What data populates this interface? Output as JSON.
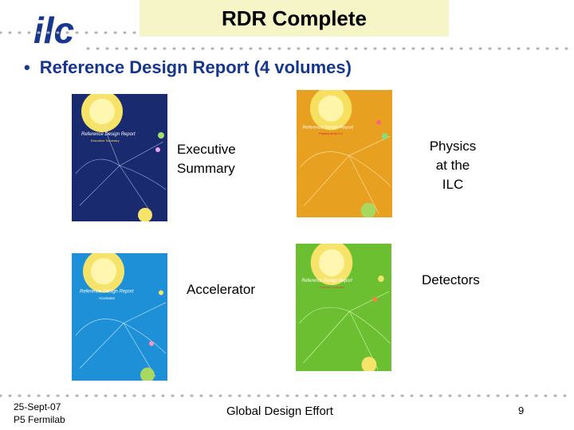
{
  "slide": {
    "title": "RDR Complete",
    "bullet": "Reference Design Report (4 volumes)",
    "bullet_marker": "•"
  },
  "logo": {
    "text": "ilc",
    "color": "#17378f"
  },
  "covers": [
    {
      "label": "Executive Summary",
      "base": "#1a2a6e",
      "cover_title": "Reference Design Report",
      "cover_subtitle": "Executive Summary"
    },
    {
      "label": "Physics at the ILC",
      "base": "#e8a020",
      "cover_title": "Reference Design Report",
      "cover_subtitle": "Physics at the ILC"
    },
    {
      "label": "Accelerator",
      "base": "#1e90d8",
      "cover_title": "Reference Design Report",
      "cover_subtitle": "Accelerator"
    },
    {
      "label": "Detectors",
      "base": "#6cbf30",
      "cover_title": "Reference Design Report",
      "cover_subtitle": "Detector Concepts"
    }
  ],
  "labels": {
    "executive": [
      "Executive",
      "Summary"
    ],
    "physics": [
      "Physics",
      "at the",
      "ILC"
    ],
    "accelerator": "Accelerator",
    "detectors": "Detectors"
  },
  "footer": {
    "date": "25-Sept-07",
    "venue": "P5 Fermilab",
    "center": "Global Design Effort",
    "page": "9"
  },
  "colors": {
    "accent_blue": "#17378f",
    "title_bg": "#f5f5c8",
    "dot_gray": "#b0b0b0"
  }
}
